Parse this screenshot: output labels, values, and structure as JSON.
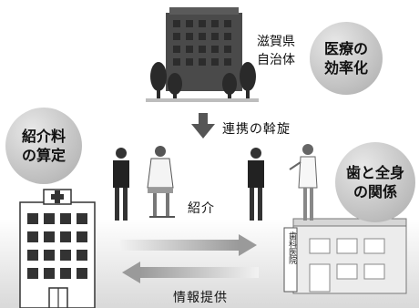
{
  "government": {
    "line1": "滋賀県",
    "line2": "自治体"
  },
  "bubbles": {
    "efficiency": {
      "line1": "医療の",
      "line2": "効率化"
    },
    "referral_fee": {
      "line1": "紹介料",
      "line2": "の算定"
    },
    "teeth_body": {
      "line1": "歯と全身",
      "line2": "の関係"
    }
  },
  "arrows": {
    "coordination": "連携の斡旋",
    "referral": "紹介",
    "info_provision": "情報提供"
  },
  "clinic_sign": "歯科医院"
}
